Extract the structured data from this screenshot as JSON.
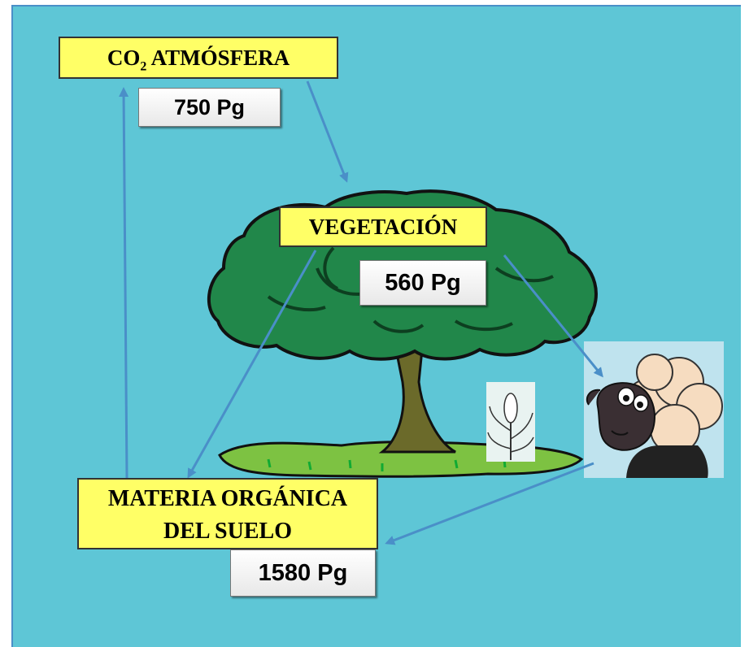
{
  "nodes": {
    "atmosphere": {
      "label_main": "CO",
      "label_sub": "2",
      "label_rest": " ATMÓSFERA",
      "value": "750 Pg"
    },
    "vegetation": {
      "label": "VEGETACIÓN",
      "value": "560 Pg"
    },
    "soil": {
      "label_line1": "MATERIA ORGÁNICA",
      "label_line2": "DEL SUELO",
      "value": "1580 Pg"
    }
  },
  "colors": {
    "background": "#5ec6d6",
    "label_box": "#ffff66",
    "arrow": "#4a8fc8",
    "tree_canopy": "#21874a",
    "trunk": "#6b6a2a",
    "grass": "#7dc242"
  },
  "icons": [
    "tree-illustration",
    "corn-plant-icon",
    "sheep-icon"
  ]
}
